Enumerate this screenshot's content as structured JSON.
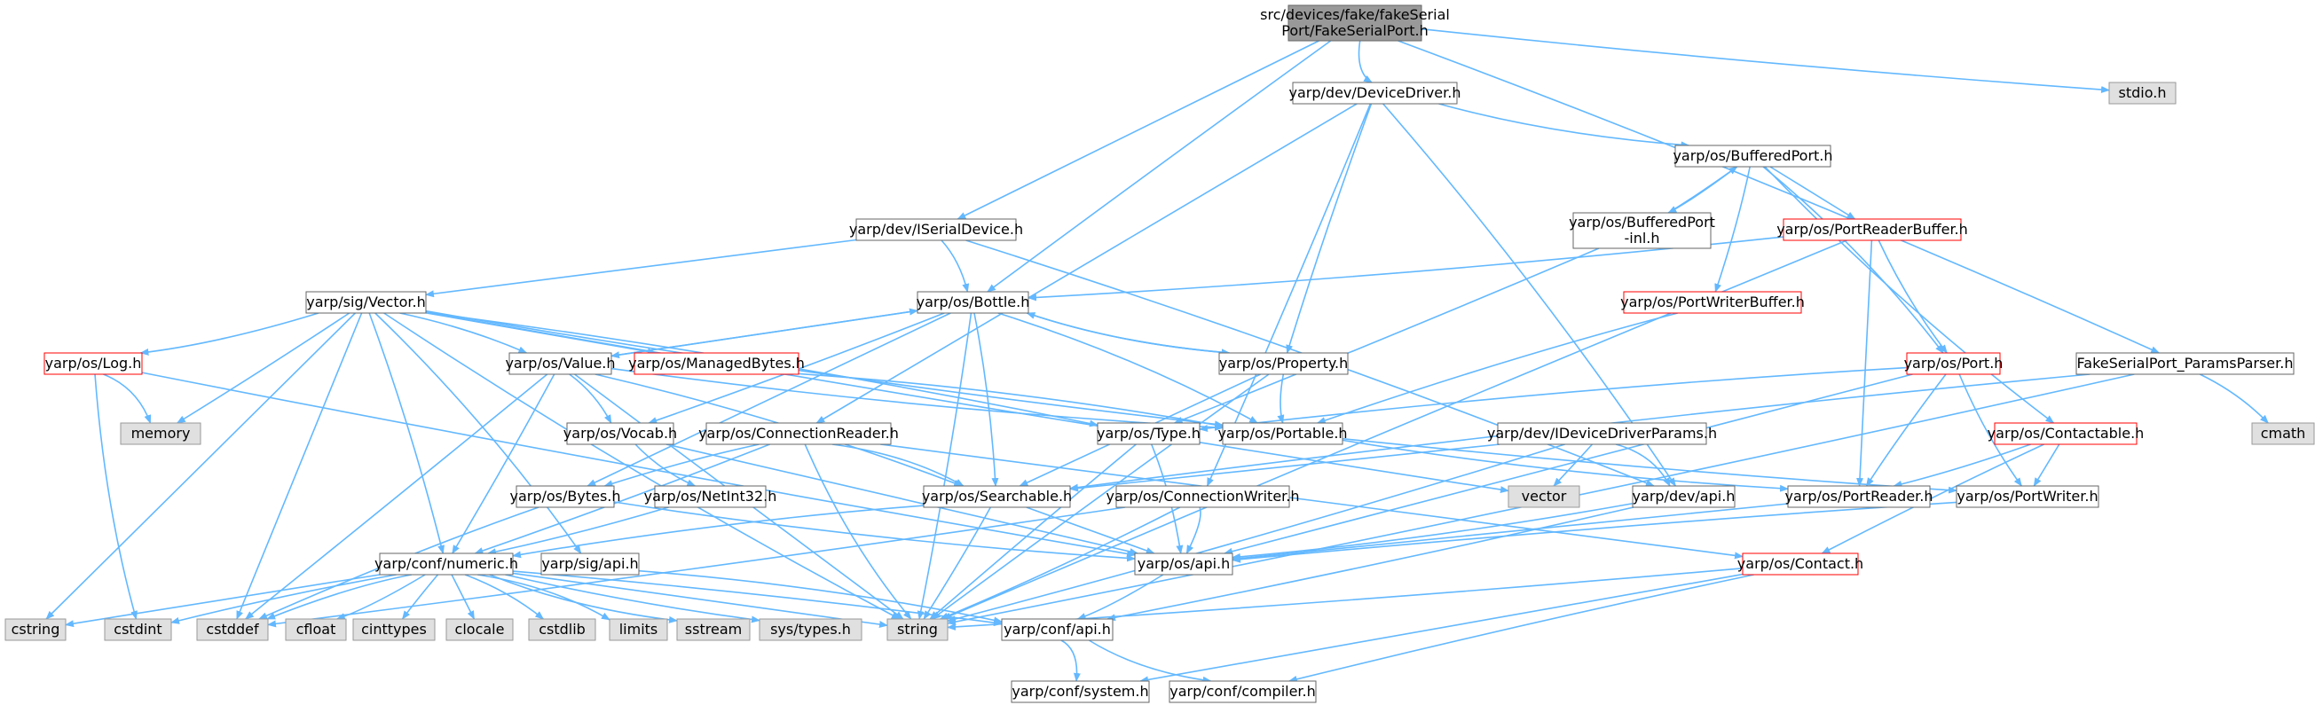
{
  "colors": {
    "edge": "#63b8ff",
    "node_fill": "#ffffff",
    "node_stroke": "#666666",
    "red_stroke": "#ff0000",
    "system_fill": "#e0e0e0",
    "system_stroke": "#999999",
    "root_fill": "#999999",
    "root_stroke": "#666666"
  },
  "nodes": {
    "root": "src/devices/fake/fakeSerial\nPort/FakeSerialPort.h",
    "device_driver": "yarp/dev/DeviceDriver.h",
    "stdio": "stdio.h",
    "buffered_port": "yarp/os/BufferedPort.h",
    "iserial": "yarp/dev/ISerialDevice.h",
    "buffered_port_inl": "yarp/os/BufferedPort\n-inl.h",
    "port_reader_buffer": "yarp/os/PortReaderBuffer.h",
    "vector": "yarp/sig/Vector.h",
    "bottle": "yarp/os/Bottle.h",
    "port_writer_buffer": "yarp/os/PortWriterBuffer.h",
    "log": "yarp/os/Log.h",
    "value": "yarp/os/Value.h",
    "managed_bytes": "yarp/os/ManagedBytes.h",
    "property": "yarp/os/Property.h",
    "port": "yarp/os/Port.h",
    "params_parser": "FakeSerialPort_ParamsParser.h",
    "memory": "memory",
    "vocab": "yarp/os/Vocab.h",
    "connection_reader": "yarp/os/ConnectionReader.h",
    "type": "yarp/os/Type.h",
    "portable": "yarp/os/Portable.h",
    "idevice_params": "yarp/dev/IDeviceDriverParams.h",
    "contactable": "yarp/os/Contactable.h",
    "cmath": "cmath",
    "bytes": "yarp/os/Bytes.h",
    "netint32": "yarp/os/NetInt32.h",
    "searchable": "yarp/os/Searchable.h",
    "vector_std": "vector",
    "dev_api": "yarp/dev/api.h",
    "port_reader": "yarp/os/PortReader.h",
    "port_writer": "yarp/os/PortWriter.h",
    "connection_writer": "yarp/os/ConnectionWriter.h",
    "conf_numeric": "yarp/conf/numeric.h",
    "sig_api": "yarp/sig/api.h",
    "os_api": "yarp/os/api.h",
    "contact": "yarp/os/Contact.h",
    "cstring": "cstring",
    "cstdint": "cstdint",
    "cstddef": "cstddef",
    "cfloat": "cfloat",
    "cinttypes": "cinttypes",
    "clocale": "clocale",
    "cstdlib": "cstdlib",
    "limits": "limits",
    "sstream": "sstream",
    "sys_types": "sys/types.h",
    "string": "string",
    "conf_api": "yarp/conf/api.h",
    "conf_system": "yarp/conf/system.h",
    "conf_compiler": "yarp/conf/compiler.h"
  }
}
